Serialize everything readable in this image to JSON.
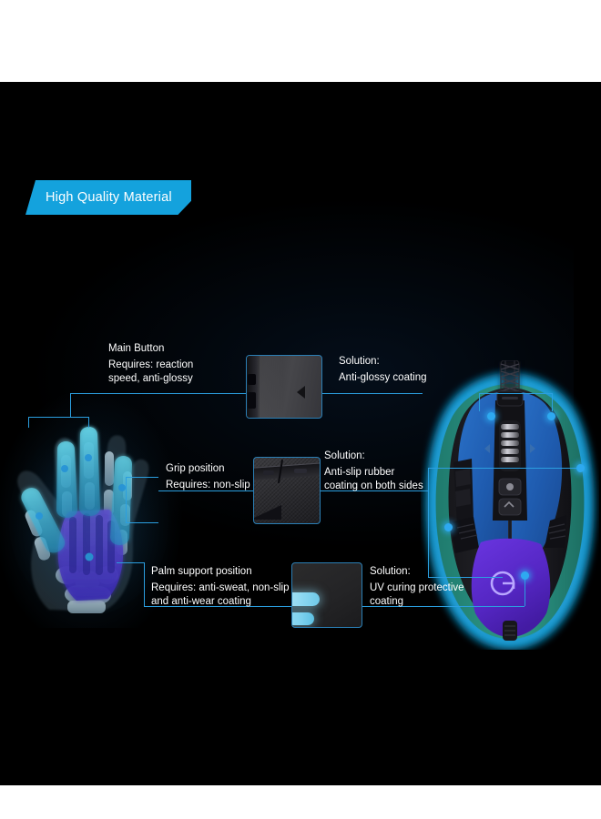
{
  "page": {
    "title": "High Quality Material",
    "background_color": "#000000",
    "accent_color": "#14a2dd",
    "line_color": "#2b9fe0",
    "dot_color": "#2ea9f0"
  },
  "badge": {
    "label": "High Quality Material"
  },
  "callouts": [
    {
      "id": "main-button",
      "title": "Main Button",
      "requirement": "Requires: reaction",
      "requirement2": "speed, anti-glossy"
    },
    {
      "id": "main-button-solution",
      "title": "Solution:",
      "text": "Anti-glossy coating"
    },
    {
      "id": "grip-position",
      "title": "Grip position",
      "requirement": "Requires: non-slip"
    },
    {
      "id": "grip-solution",
      "title": "Solution:",
      "text": "Anti-slip rubber",
      "text2": "coating on both sides"
    },
    {
      "id": "palm-support",
      "title": "Palm support position",
      "requirement": "Requires: anti-sweat, non-slip",
      "requirement2": "and anti-wear coating"
    },
    {
      "id": "palm-solution",
      "title": "Solution:",
      "text": "UV curing protective",
      "text2": "coating"
    }
  ],
  "thumbnails": [
    {
      "id": "thumb-main-button",
      "name": "mouse-button-surface-macro"
    },
    {
      "id": "thumb-grip",
      "name": "rubber-grip-texture-macro"
    },
    {
      "id": "thumb-uv",
      "name": "uv-coating-macro"
    }
  ],
  "illustrations": {
    "hand": {
      "name": "xray-hand-illustration",
      "finger_highlight_color": "#3fc8e8",
      "palm_highlight_color": "#5b3fd6"
    },
    "mouse": {
      "name": "gaming-mouse-illustration",
      "brand_glyph": "G",
      "button_zone_color": "#1e5fb4",
      "side_zone_color": "#2e8d7d",
      "palm_zone_color": "#5a2fc9",
      "outline_glow_color": "#21b4f2"
    }
  }
}
